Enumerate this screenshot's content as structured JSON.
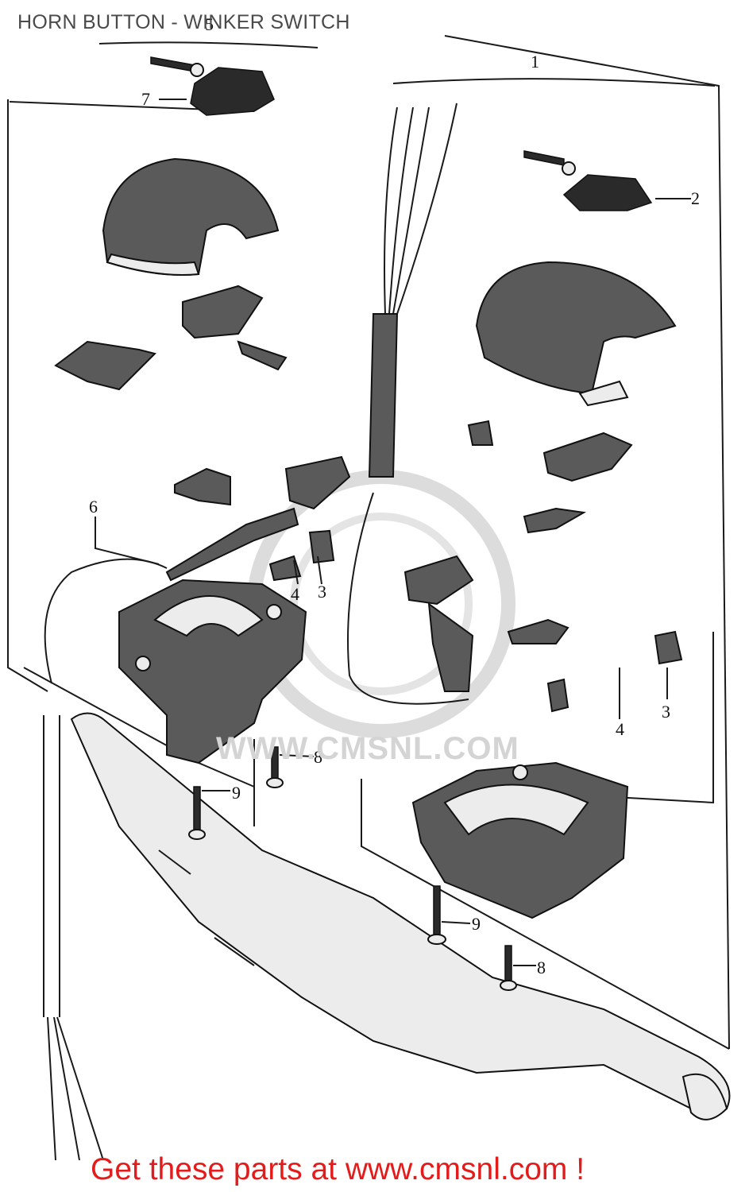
{
  "header": {
    "title": "HORN BUTTON - WINKER SWITCH"
  },
  "footer": {
    "text": "Get these parts at www.cmsnl.com !"
  },
  "watermark": {
    "text": "WWW.CMSNL.COM"
  },
  "callouts": [
    {
      "id": "c1",
      "label": "1"
    },
    {
      "id": "c2",
      "label": "2"
    },
    {
      "id": "c3a",
      "label": "3"
    },
    {
      "id": "c3b",
      "label": "3"
    },
    {
      "id": "c4a",
      "label": "4"
    },
    {
      "id": "c4b",
      "label": "4"
    },
    {
      "id": "c5",
      "label": "5"
    },
    {
      "id": "c6",
      "label": "6"
    },
    {
      "id": "c7",
      "label": "7"
    },
    {
      "id": "c8a",
      "label": "8"
    },
    {
      "id": "c8b",
      "label": "8"
    },
    {
      "id": "c9a",
      "label": "9"
    },
    {
      "id": "c9b",
      "label": "9"
    }
  ],
  "colors": {
    "title": "#4a4a4a",
    "footer": "#e41b1b",
    "ink": "#1a1a1a",
    "watermark": "#d4d4d4"
  }
}
